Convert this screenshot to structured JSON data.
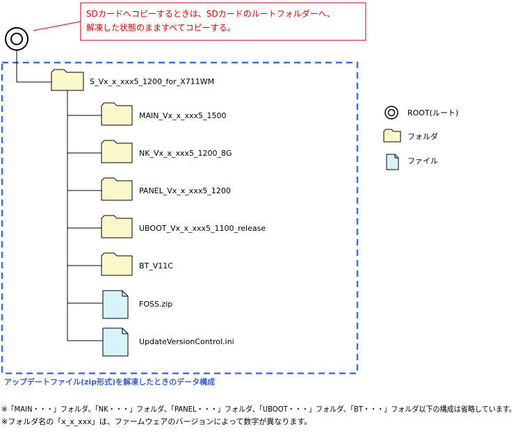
{
  "callout": {
    "line1": "SDカードへコピーするときは、SDカードのルートフォルダーへ、",
    "line2": "解凍した状態のまますべてコピーする。"
  },
  "tree": {
    "top_folder": "S_Vx_x_xxx5_1200_for_X711WM",
    "children": [
      {
        "type": "folder",
        "label": "MAIN_Vx_x_xxx5_1500"
      },
      {
        "type": "folder",
        "label": "NK_Vx_x_xxx5_1200_8G"
      },
      {
        "type": "folder",
        "label": "PANEL_Vx_x_xxx5_1200"
      },
      {
        "type": "folder",
        "label": "UBOOT_Vx_x_xxx5_1100_release"
      },
      {
        "type": "folder",
        "label": "BT_V11C"
      },
      {
        "type": "file",
        "label": "FOSS.zip"
      },
      {
        "type": "file",
        "label": "UpdateVersionControl.ini"
      }
    ]
  },
  "legend": {
    "root": "ROOT(ルート)",
    "folder": "フォルダ",
    "file": "ファイル"
  },
  "caption": "アップデートファイル(zip形式)を解凍したときのデータ構成",
  "notes": [
    "※「MAIN・・・」フォルダ、「NK・・・」フォルダ、「PANEL・・・」フォルダ、「UBOOT・・・」フォルダ、「BT・・・」フォルダ以下の構成は省略しています。",
    "※フォルダ名の「x_x_xxx」は、ファームウェアのバージョンによって数字が異なります。"
  ],
  "colors": {
    "folder_fill": "#fdf8cc",
    "file_fill": "#d8f4fa",
    "dashed_border": "#3a6fe0",
    "callout_border": "#cc0000",
    "callout_text": "#cc0000",
    "caption": "#3a5fcd"
  }
}
